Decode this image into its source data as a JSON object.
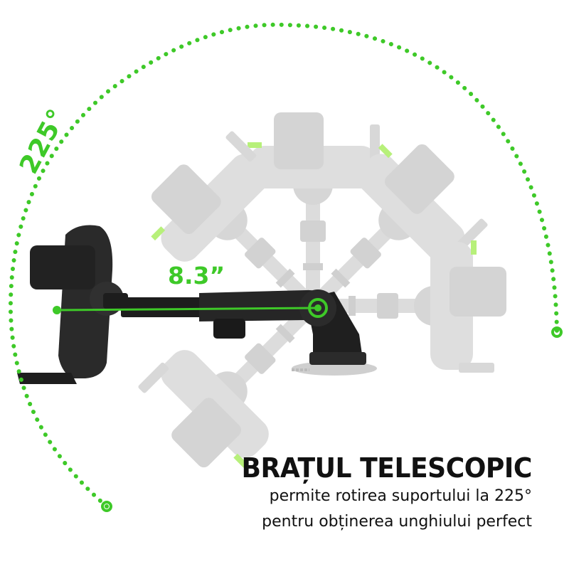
{
  "graphic": {
    "rotation_label": "225°",
    "arm_length_label": "8.3”",
    "accent_color": "#3ec928",
    "product_color": "#2a2a2a",
    "ghost_color": "#d9d9d9"
  },
  "caption": {
    "title": "BRAȚUL TELESCOPIC",
    "line1": "permite rotirea suportului la 225°",
    "line2": "pentru obținerea unghiului perfect"
  }
}
